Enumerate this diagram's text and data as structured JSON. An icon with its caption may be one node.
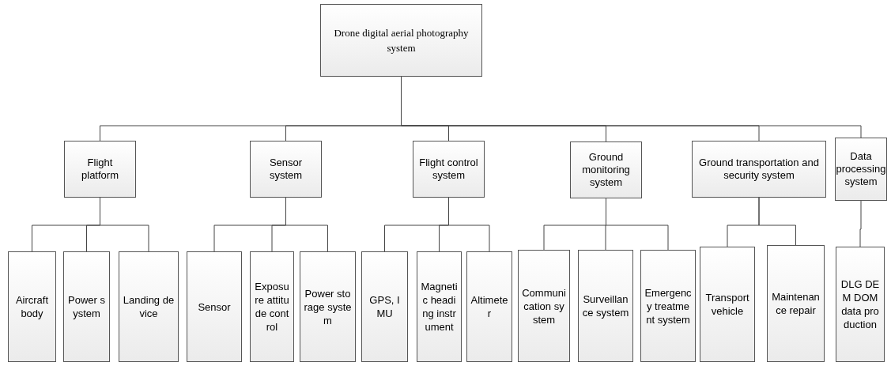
{
  "diagram": {
    "nodes": [
      {
        "text": [
          "Drone digital aerial photography system"
        ]
      },
      {
        "text": [
          "Flight platform"
        ]
      },
      {
        "text": [
          "Sensor system"
        ]
      },
      {
        "text": [
          "Flight control system"
        ]
      },
      {
        "text": [
          "Ground monitoring system"
        ]
      },
      {
        "text": [
          "Ground transportation and security system"
        ]
      },
      {
        "text": [
          "Data processing system"
        ]
      },
      {
        "text": [
          "Aircraft body"
        ]
      },
      {
        "text": [
          "Power system"
        ]
      },
      {
        "text": [
          "Landing device"
        ]
      },
      {
        "text": [
          "Sensor"
        ]
      },
      {
        "text": [
          "Exposure attitude control"
        ]
      },
      {
        "text": [
          "Power storage system"
        ]
      },
      {
        "text": [
          "GPS, IMU"
        ]
      },
      {
        "text": [
          "Magnetic heading instrument"
        ]
      },
      {
        "text": [
          "Altimeter"
        ]
      },
      {
        "text": [
          "Communication system"
        ]
      },
      {
        "text": [
          "Surveillance system"
        ]
      },
      {
        "text": [
          "Emergency treatment system"
        ]
      },
      {
        "text": [
          "Transport vehicle"
        ]
      },
      {
        "text": [
          "Maintenance repair"
        ]
      },
      {
        "text": [
          "DLG DEM DOM data production"
        ]
      }
    ],
    "edges": [
      {
        "from": 0,
        "to": 1,
        "arrow": "none"
      },
      {
        "from": 0,
        "to": 2,
        "arrow": "none"
      },
      {
        "from": 0,
        "to": 3,
        "arrow": "none"
      },
      {
        "from": 0,
        "to": 4,
        "arrow": "none"
      },
      {
        "from": 0,
        "to": 5,
        "arrow": "none"
      },
      {
        "from": 0,
        "to": 6,
        "arrow": "none"
      },
      {
        "from": 1,
        "to": 7,
        "arrow": "none"
      },
      {
        "from": 1,
        "to": 8,
        "arrow": "none"
      },
      {
        "from": 1,
        "to": 9,
        "arrow": "none"
      },
      {
        "from": 2,
        "to": 10,
        "arrow": "none"
      },
      {
        "from": 2,
        "to": 11,
        "arrow": "none"
      },
      {
        "from": 2,
        "to": 12,
        "arrow": "none"
      },
      {
        "from": 3,
        "to": 13,
        "arrow": "none"
      },
      {
        "from": 3,
        "to": 14,
        "arrow": "none"
      },
      {
        "from": 3,
        "to": 15,
        "arrow": "none"
      },
      {
        "from": 4,
        "to": 16,
        "arrow": "none"
      },
      {
        "from": 4,
        "to": 17,
        "arrow": "none"
      },
      {
        "from": 4,
        "to": 18,
        "arrow": "none"
      },
      {
        "from": 5,
        "to": 19,
        "arrow": "none"
      },
      {
        "from": 5,
        "to": 20,
        "arrow": "none"
      },
      {
        "from": 6,
        "to": 21,
        "arrow": "none"
      }
    ]
  }
}
